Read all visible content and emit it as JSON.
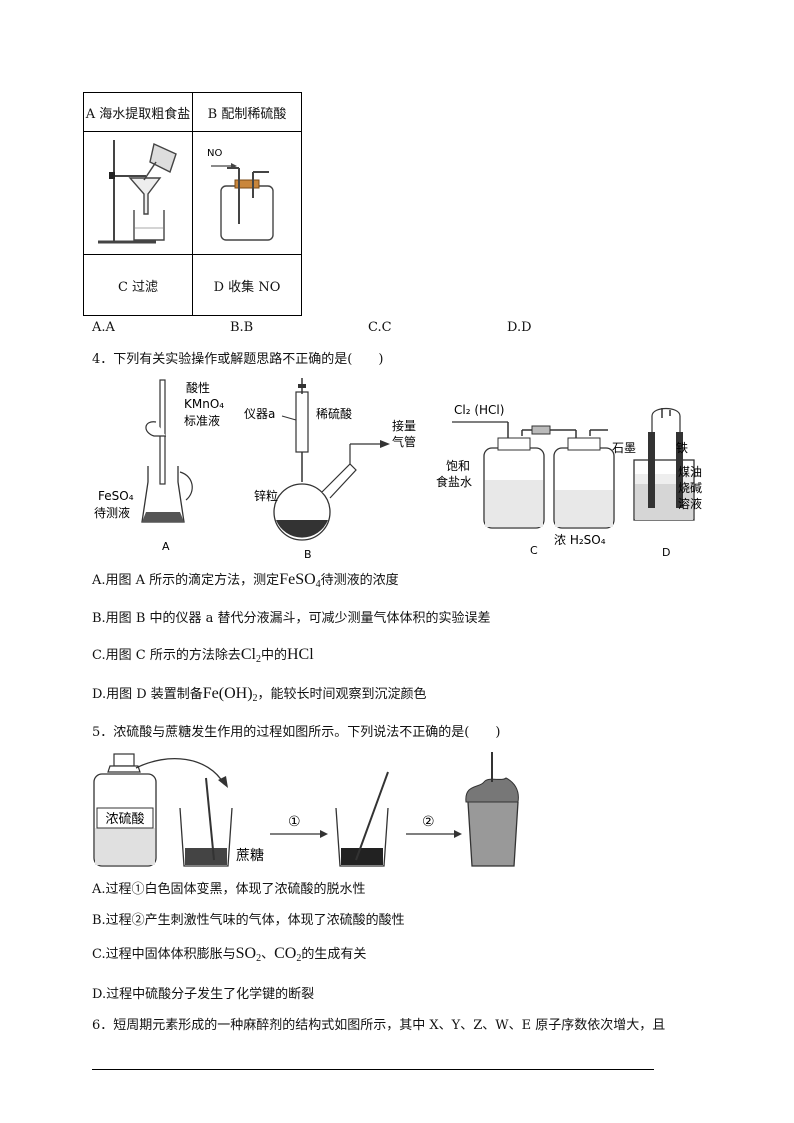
{
  "q3_table": {
    "cells": {
      "a": "A 海水提取粗食盐",
      "b": "B 配制稀硫酸",
      "c": "C 过滤",
      "d": "D 收集 NO"
    },
    "fig_b_label": "NO"
  },
  "q3_choices": [
    "A.A",
    "B.B",
    "C.C",
    "D.D"
  ],
  "q4": {
    "stem": "4．下列有关实验操作或解题思路不正确的是(　　)",
    "fig_a": {
      "reagent_top_1": "酸性",
      "reagent_top_2": "KMnO₄",
      "reagent_top_3": "标准液",
      "reagent_bottom_1": "FeSO₄",
      "reagent_bottom_2": "待测液",
      "caption": "A"
    },
    "fig_b": {
      "label_instrument": "仪器a",
      "label_acid": "稀硫酸",
      "label_tube_1": "接量",
      "label_tube_2": "气管",
      "label_zinc": "锌粒",
      "caption": "B"
    },
    "fig_c": {
      "gas": "Cl₂ (HCl)",
      "bottle1_1": "饱和",
      "bottle1_2": "食盐水",
      "bottle2": "浓 H₂SO₄",
      "caption": "C"
    },
    "fig_d": {
      "left": "石墨",
      "right": "铁",
      "liquid_1": "煤油",
      "liquid_2": "烧碱",
      "liquid_3": "溶液",
      "caption": "D"
    },
    "options": {
      "a_pre": "A.用图 A 所示的滴定方法，测定",
      "a_formula_main": "FeSO",
      "a_formula_sub": "4",
      "a_post": "待测液的浓度",
      "b": "B.用图 B 中的仪器 a 替代分液漏斗，可减少测量气体体积的实验误差",
      "c_pre": "C.用图 C 所示的方法除去",
      "c_formula_main": "Cl",
      "c_formula_sub": "2",
      "c_mid": "中的",
      "c_formula2": "HCl",
      "d_pre": "D.用图 D 装置制备",
      "d_formula_main": "Fe(OH)",
      "d_formula_sub": "2",
      "d_post": "，能较长时间观察到沉淀颜色"
    }
  },
  "q5": {
    "stem": "5．浓硫酸与蔗糖发生作用的过程如图所示。下列说法不正确的是(　　)",
    "fig": {
      "bottle_label": "浓硫酸",
      "sugar_label": "蔗糖",
      "step1": "①",
      "step2": "②"
    },
    "options": {
      "a": "A.过程①白色固体变黑，体现了浓硫酸的脱水性",
      "b": "B.过程②产生刺激性气味的气体，体现了浓硫酸的酸性",
      "c_pre": "C.过程中固体体积膨胀与",
      "c_f1_main": "SO",
      "c_f1_sub": "2",
      "c_sep": "、",
      "c_f2_main": "CO",
      "c_f2_sub": "2",
      "c_post": "的生成有关",
      "d": "D.过程中硫酸分子发生了化学键的断裂"
    }
  },
  "q6": {
    "stem": "6．短周期元素形成的一种麻醉剂的结构式如图所示，其中 X、Y、Z、W、E 原子序数依次增大，且"
  }
}
